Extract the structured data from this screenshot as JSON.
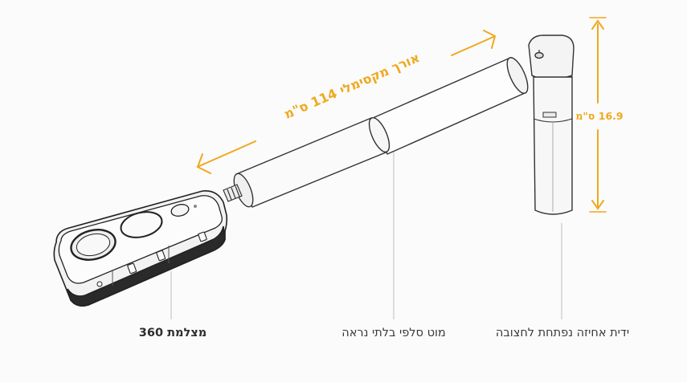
{
  "labels": {
    "camera": "מצלמת 360",
    "stick": "מוט סלפי בלתי נראה",
    "handle": "ידית אחיזה נפתחת לחצובה"
  },
  "dimensions": {
    "max_length": "אורך מקסימלי 114 ס\"מ",
    "handle_height": "16.9 ס\"מ"
  },
  "colors": {
    "accent": "#f0a81c",
    "outline": "#333333",
    "leader": "#bdbdbd",
    "label_text": "#3a3a3a"
  }
}
